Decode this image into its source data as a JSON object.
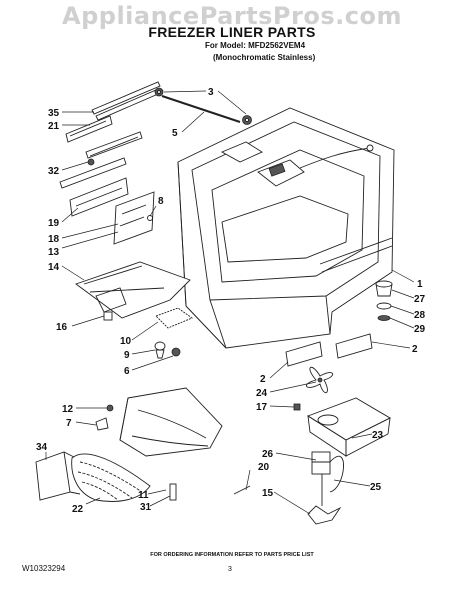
{
  "header": {
    "watermark": "AppliancePartsPros.com",
    "title": "FREEZER LINER PARTS",
    "model_line": "For Model: MFD2562VEM4",
    "variant_line": "(Monochromatic Stainless)"
  },
  "callouts": [
    "35",
    "21",
    "3",
    "5",
    "32",
    "19",
    "8",
    "18",
    "13",
    "14",
    "1",
    "27",
    "28",
    "29",
    "16",
    "10",
    "9",
    "6",
    "2",
    "2",
    "24",
    "17",
    "12",
    "7",
    "34",
    "23",
    "26",
    "20",
    "25",
    "11",
    "22",
    "31",
    "15"
  ],
  "footer": {
    "order_info": "FOR ORDERING INFORMATION REFER TO PARTS PRICE LIST",
    "doc_code": "W10323294",
    "page_number": "3"
  }
}
